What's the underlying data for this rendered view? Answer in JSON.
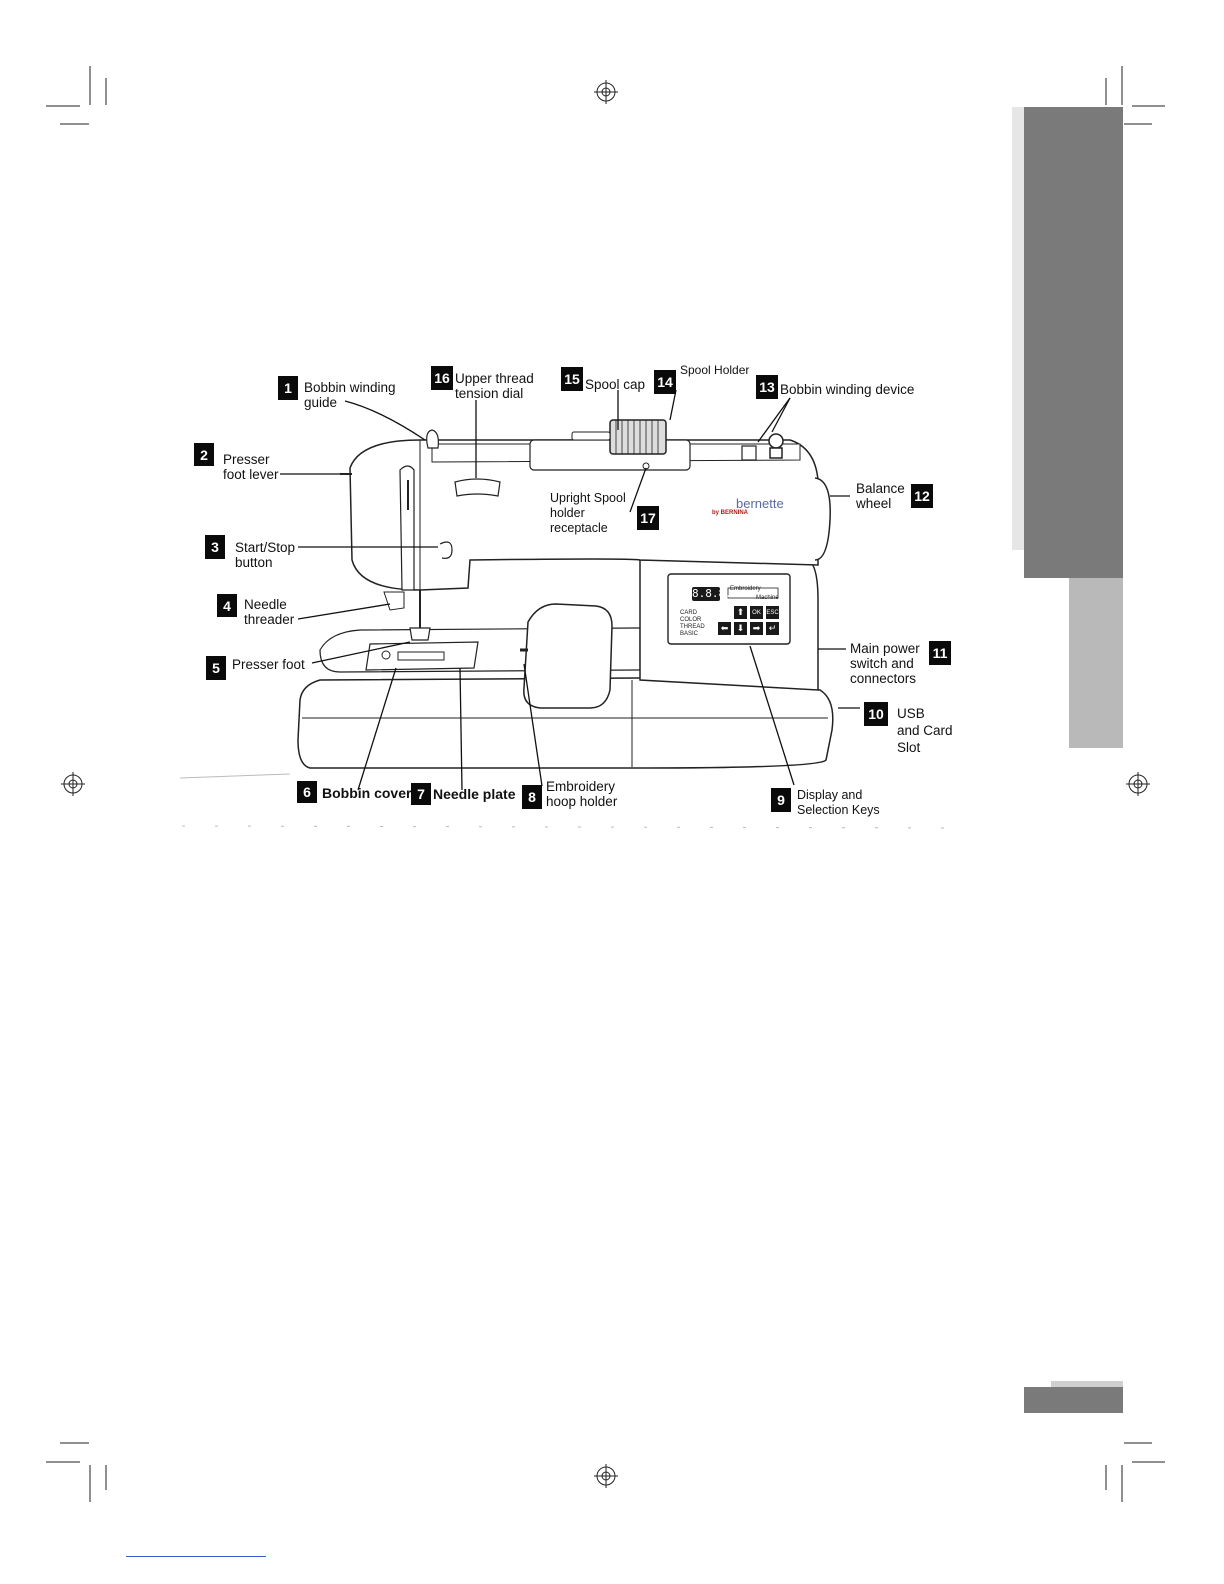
{
  "labels": {
    "l1": {
      "num": "1",
      "text": "Bobbin winding\nguide"
    },
    "l2": {
      "num": "2",
      "text": "Presser\nfoot lever"
    },
    "l3": {
      "num": "3",
      "text": "Start/Stop\nbutton"
    },
    "l4": {
      "num": "4",
      "text": "Needle\nthreader"
    },
    "l5": {
      "num": "5",
      "text": "Presser foot"
    },
    "l6": {
      "num": "6",
      "text": "Bobbin cover"
    },
    "l7": {
      "num": "7",
      "text": "Needle plate"
    },
    "l8": {
      "num": "8",
      "text": "Embroidery\nhoop holder"
    },
    "l9": {
      "num": "9",
      "text": "Display and\nSelection Keys"
    },
    "l10": {
      "num": "10",
      "text": "USB\nand Card\nSlot"
    },
    "l11": {
      "num": "11",
      "text": "Main power\nswitch and\nconnectors"
    },
    "l12": {
      "num": "12",
      "text": "Balance\nwheel"
    },
    "l13": {
      "num": "13",
      "text": "Bobbin winding device"
    },
    "l14": {
      "num": "14",
      "text": "Spool Holder"
    },
    "l15": {
      "num": "15",
      "text": "Spool cap"
    },
    "l16": {
      "num": "16",
      "text": "Upper thread\ntension dial"
    },
    "l17": {
      "num": "17",
      "text": "Upright Spool\nholder\nreceptacle"
    }
  },
  "machine": {
    "brand": "bernette",
    "brand_sub": "by BERNINA",
    "lcd": "8.8.8.",
    "panel_title": "Embroidery",
    "panel_subtitle": "Machine",
    "panel_leds": [
      "CARD",
      "COLOR",
      "THREAD",
      "BASIC"
    ],
    "keys": [
      "⬆",
      "OK",
      "ESC",
      "⬅",
      "⬇",
      "➡",
      "↵"
    ]
  }
}
